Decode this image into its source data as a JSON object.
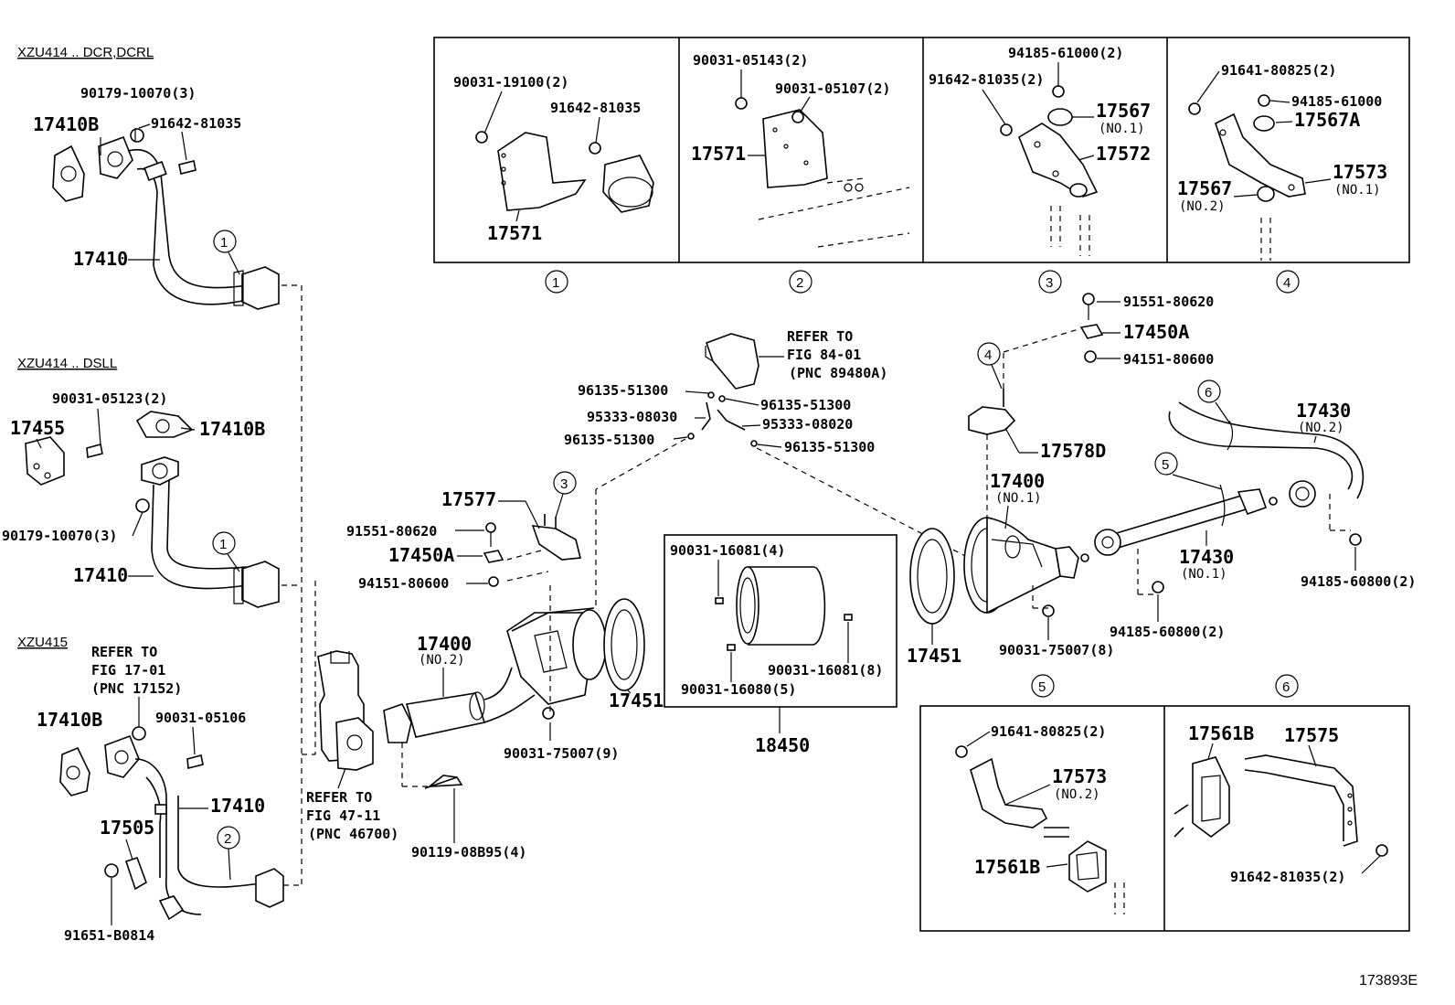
{
  "figure_id": "173893E",
  "headers": {
    "xzu414_dcr": "XZU414 .. DCR,DCRL",
    "xzu414_dsll": "XZU414 .. DSLL",
    "xzu415": "XZU415"
  },
  "callout_numbers": [
    "1",
    "2",
    "3",
    "4",
    "5",
    "6"
  ],
  "refs": {
    "fig_84": [
      "REFER TO",
      "FIG 84-01",
      "(PNC 89480A)"
    ],
    "fig_17": [
      "REFER TO",
      "FIG 17-01",
      "(PNC 17152)"
    ],
    "fig_47": [
      "REFER TO",
      "FIG 47-11",
      "(PNC 46700)"
    ]
  },
  "labels": {
    "p90179_10070_3_top": "90179-10070(3)",
    "p17410B_top": "17410B",
    "p91642_81035_top": "91642-81035",
    "p17410_top": "17410",
    "p90031_05123_2": "90031-05123(2)",
    "p17455": "17455",
    "p17410B_mid": "17410B",
    "p90179_10070_3_mid": "90179-10070(3)",
    "p17410_mid": "17410",
    "p90031_05106": "90031-05106",
    "p17410B_bot": "17410B",
    "p17410_bot": "17410",
    "p17505": "17505",
    "p91651_B0814": "91651-B0814",
    "b1_90031_19100_2": "90031-19100(2)",
    "b1_91642_81035": "91642-81035",
    "b1_17571": "17571",
    "b2_90031_05143_2": "90031-05143(2)",
    "b2_90031_05107_2": "90031-05107(2)",
    "b2_17571": "17571",
    "b3_94185_61000_2": "94185-61000(2)",
    "b3_91642_81035_2": "91642-81035(2)",
    "b3_17567": "17567",
    "b3_no1": "(NO.1)",
    "b3_17572": "17572",
    "b4_91641_80825_2": "91641-80825(2)",
    "b4_94185_61000": "94185-61000",
    "b4_17567A": "17567A",
    "b4_17567": "17567",
    "b4_no2": "(NO.2)",
    "b4_17573": "17573",
    "b4_no1": "(NO.1)",
    "c_96135_51300_a": "96135-51300",
    "c_96135_51300_b": "96135-51300",
    "c_95333_08030": "95333-08030",
    "c_95333_08020": "95333-08020",
    "c_96135_51300_c": "96135-51300",
    "c_96135_51300_d": "96135-51300",
    "c_17577": "17577",
    "c_91551_80620": "91551-80620",
    "c_17450A": "17450A",
    "c_94151_80600": "94151-80600",
    "c_17400": "17400",
    "c_no2": "(NO.2)",
    "c_17451": "17451",
    "c_90031_75007_9": "90031-75007(9)",
    "c_90119_08B95_4": "90119-08B95(4)",
    "s_90031_16081_4": "90031-16081(4)",
    "s_90031_16081_8": "90031-16081(8)",
    "s_90031_16080_5": "90031-16080(5)",
    "s_18450": "18450",
    "r_91551_80620": "91551-80620",
    "r_17450A": "17450A",
    "r_94151_80600": "94151-80600",
    "r_17578D": "17578D",
    "r_17400": "17400",
    "r_no1": "(NO.1)",
    "r_17451": "17451",
    "r_90031_75007_8": "90031-75007(8)",
    "r_17430_top": "17430",
    "r_no2": "(NO.2)",
    "r_17430_mid": "17430",
    "r_no1b": "(NO.1)",
    "r_94185_60800_2a": "94185-60800(2)",
    "r_94185_60800_2b": "94185-60800(2)",
    "b5_91641_80825_2": "91641-80825(2)",
    "b5_17573": "17573",
    "b5_no2": "(NO.2)",
    "b5_17561B": "17561B",
    "b6_17561B": "17561B",
    "b6_17575": "17575",
    "b6_91642_81035_2": "91642-81035(2)"
  }
}
